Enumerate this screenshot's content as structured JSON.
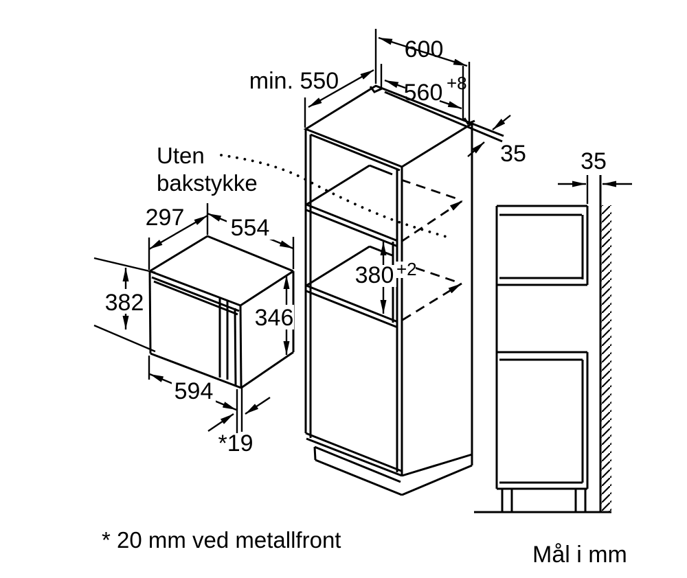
{
  "page": {
    "background": "#ffffff",
    "line_color": "#000000"
  },
  "labels": {
    "no_back_panel_line1": "Uten",
    "no_back_panel_line2": "bakstykke",
    "footnote": "* 20 mm ved metallfront",
    "units_note": "Mål i mm"
  },
  "appliance_dims": {
    "depth": "297",
    "top_width": "554",
    "overall_height": "382",
    "body_height": "346",
    "front_width": "594",
    "door_depth": "*19"
  },
  "niche_dims": {
    "min_depth": "min. 550",
    "cabinet_width": "600",
    "niche_width": "560",
    "niche_width_tolerance": "+8",
    "back_rail_width": "35",
    "niche_height": "380",
    "niche_height_tolerance": "+2"
  },
  "side_view_dims": {
    "wall_clearance": "35"
  }
}
